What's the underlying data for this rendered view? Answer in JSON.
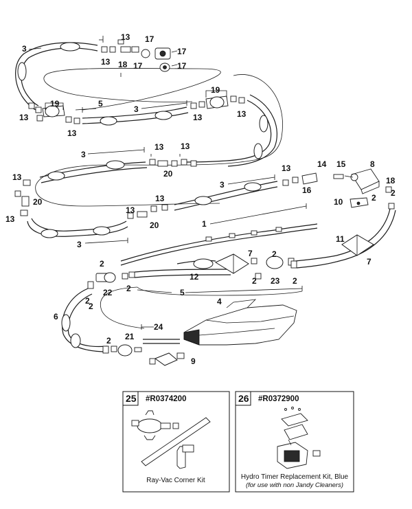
{
  "callouts": {
    "c3_top": "3",
    "c13_a": "13",
    "c13_b": "13",
    "c18_a": "18",
    "c17_a": "17",
    "c17_b": "17",
    "c17_c": "17",
    "c17_d": "17",
    "c5_top": "5",
    "c19_left": "19",
    "c13_c": "13",
    "c13_d": "13",
    "c3_mid": "3",
    "c19_right": "19",
    "c13_e": "13",
    "c13_f": "13",
    "c3_left": "3",
    "c13_g": "13",
    "c13_h": "13",
    "c20_a": "20",
    "c13_i": "13",
    "c14": "14",
    "c15": "15",
    "c8": "8",
    "c18_b": "18",
    "c16": "16",
    "c3_row": "3",
    "c13_j": "13",
    "c20_b": "20",
    "c13_k": "13",
    "c2_a": "2",
    "c2_b": "2",
    "c10": "10",
    "c13_l": "13",
    "c13_m": "13",
    "c20_c": "20",
    "c1": "1",
    "c3_bottom": "3",
    "c11": "11",
    "c7_a": "7",
    "c7_b": "7",
    "c2_c": "2",
    "c22": "22",
    "c12": "12",
    "c2_d": "2",
    "c23": "23",
    "c2_e": "2",
    "c2_f": "2",
    "c2_g": "2",
    "c5_bottom": "5",
    "c4": "4",
    "c2_h": "2",
    "c2_i": "2",
    "c6": "6",
    "c24": "24",
    "c21": "21",
    "c2_j": "2",
    "c9": "9"
  },
  "kits": [
    {
      "number": "25",
      "part_no": "#R0374200",
      "caption_line1": "Ray-Vac Corner Kit",
      "caption_line2": ""
    },
    {
      "number": "26",
      "part_no": "#R0372900",
      "caption_line1": "Hydro Timer Replacement Kit, Blue",
      "caption_line2": "(for use with non Jandy Cleaners)"
    }
  ]
}
